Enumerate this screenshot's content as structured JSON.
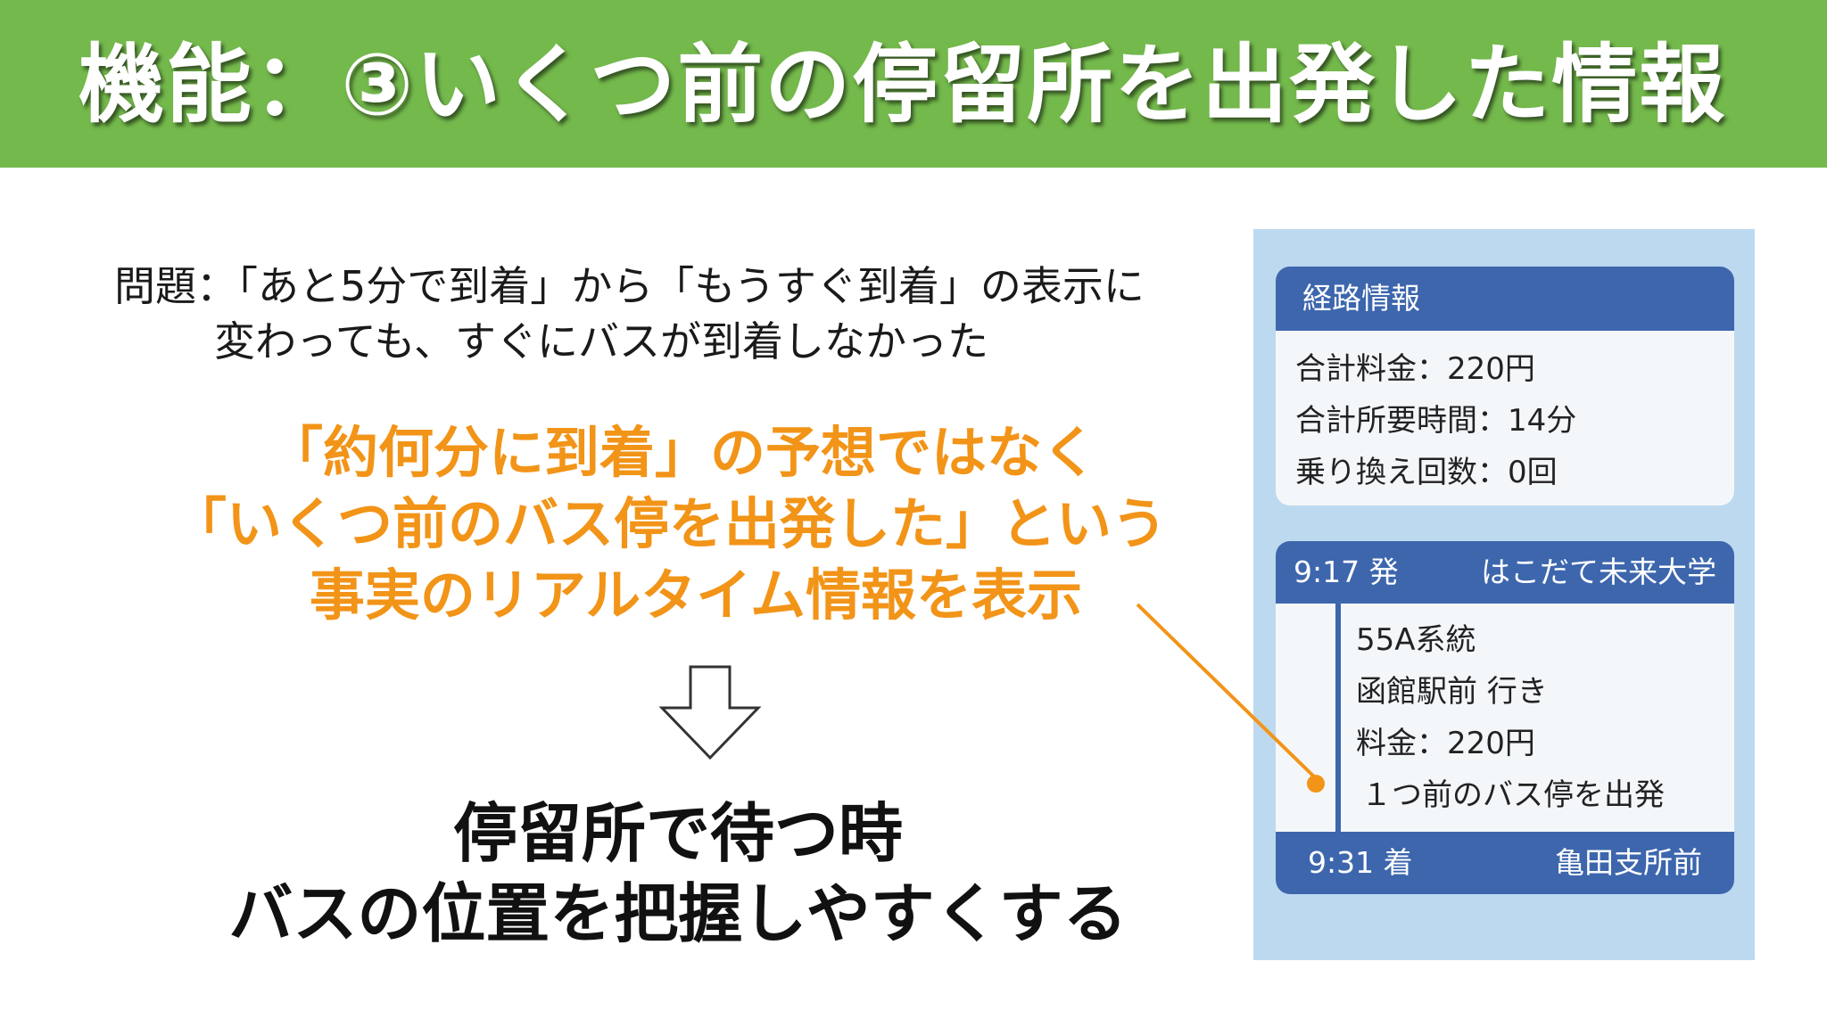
{
  "header": {
    "title": "機能：③いくつ前の停留所を出発した情報"
  },
  "problem": {
    "line1": "問題：「あと5分で到着」から「もうすぐ到着」の表示に",
    "line2": "変わっても、すぐにバスが到着しなかった"
  },
  "highlight": {
    "line1": "「約何分に到着」の予想ではなく",
    "line2": "「いくつ前のバス停を出発した」という",
    "line3": "事実のリアルタイム情報を表示"
  },
  "conclusion": {
    "line1": "停留所で待つ時",
    "line2": "バスの位置を把握しやすくする"
  },
  "app": {
    "route_info": {
      "title": "経路情報",
      "total_fare": "合計料金：220円",
      "total_time": "合計所要時間：14分",
      "transfers": "乗り換え回数：0回"
    },
    "trip": {
      "departure_time": "9:17 発",
      "departure_stop": "はこだて未来大学",
      "route": "55A系統",
      "destination": "函館駅前 行き",
      "fare": "料金：220円",
      "status": "１つ前のバス停を出発",
      "arrival_time": "9:31 着",
      "arrival_stop": "亀田支所前"
    }
  },
  "colors": {
    "header_bg": "#74b94c",
    "accent_orange": "#f29418",
    "app_blue": "#3d66ad",
    "panel_bg": "#bcd9ef"
  }
}
